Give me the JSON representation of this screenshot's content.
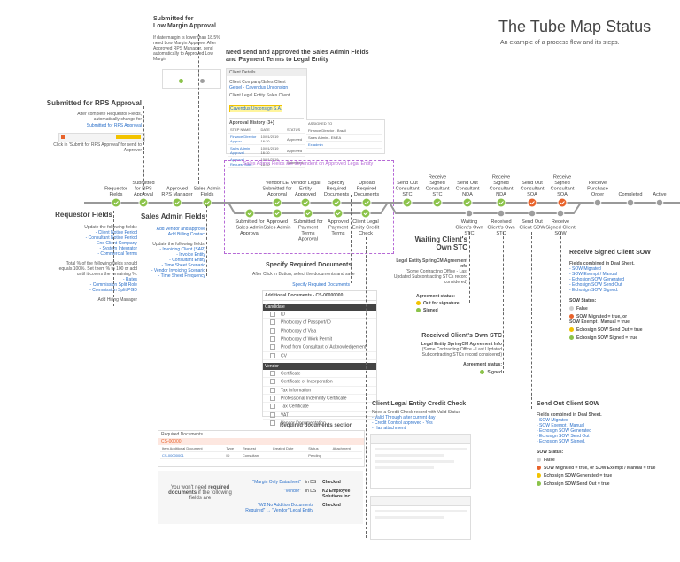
{
  "header": {
    "title": "The Tube Map Status",
    "subtitle": "An example of a process flow and its steps."
  },
  "top_left": {
    "low_margin_title": "Submitted for\nLow Margin Approval",
    "low_margin_text": "If date margin is lower than 18.5% need Low Margin Approve. After Approved RPS Manager, send automatically to Approved Low Margin",
    "rps_title": "Submitted for RPS Approval",
    "rps_text": "After complete Requestor Fields, automatically change for",
    "rps_link": "Submitted for RPS Approval",
    "rps_note": "Click in 'Submit for RPS Approval' for send to Approver"
  },
  "sales_admin_panel": {
    "title": "Need send and approved the Sales Admin Fields\nand Payment Terms to Legal Entity",
    "client_details": "Client Details",
    "field1_label": "Client Company/Sales Client",
    "field1_value": "Geisel - Cavendus Unconsign",
    "field2_label": "Client Legal Entity Sales Client",
    "field2_value": "Cavendus Unconsign S.A.",
    "history_title": "Approval History (3+)",
    "history_cols": [
      "STEP NAME",
      "DATE",
      "STATUS",
      "ASSIGNED TO"
    ],
    "history_rows": [
      [
        "Finance Director Approv...",
        "10/01/2019 16:30",
        "Approved",
        "Finance Director - Brazil"
      ],
      [
        "Sales Admin Approval",
        "10/01/2019 16:30",
        "Approved",
        "Sales Admin - EMEA"
      ],
      [
        "Approval Request Sub...",
        "10/01/2019 16:30",
        "Submitted",
        "Ex admin"
      ]
    ]
  },
  "tube": {
    "purple_label": "Sales Admin Fields are dependent on Approved Legal Entity",
    "top_stops": [
      "Requestor\nFields",
      "Submitted\nfor RPS\nApproval",
      "Approved\nRPS Manager",
      "Sales Admin\nFields",
      "Vendor LE\nSubmitted for\nApproval",
      "Vendor Legal\nEntity\nApproved",
      "Specify\nRequired\nDocuments",
      "Upload\nRequired\nDocuments",
      "Send Out\nConsultant\nSTC",
      "Receive\nSigned\nConsultant\nSTC",
      "Send Out\nConsultant\nNDA",
      "Receive\nSigned\nConsultant\nNDA",
      "Send Out\nConsultant\nSOA",
      "Receive\nSigned\nConsultant\nSOA",
      "Receive\nPurchase\nOrder",
      "Completed",
      "Active"
    ],
    "bottom_stops": [
      "Submitted for\nSales Admin\nApproval",
      "Approved\nSales Admin",
      "Submitted for\nPayment\nTerms\nApproval",
      "Approved\nPayment\nTerms",
      "Client Legal\nEntity Credit\nCheck",
      "Waiting\nClient's Own\nSTC",
      "Received\nClient's Own\nSTC",
      "Send Out\nClient SOW",
      "Receive\nSigned Client\nSOW"
    ]
  },
  "requestor": {
    "title": "Requestor Fields",
    "intro": "Update the following fields:",
    "items": [
      "- Client Notice Period",
      "- Consultant Notice Period",
      "- End Client Company",
      "- System Integrator",
      "- Commercial Terms"
    ],
    "total_text": "Total % of the following fields should equals 100%. Set them % to 100 or add until it covers the remaining %.",
    "items2": [
      "- Rates",
      "- Commission Split Role",
      "- Commission Split PGD"
    ],
    "footer": "Add Hiring Manager"
  },
  "sales_admin": {
    "title": "Sales Admin Fields",
    "line1": "Add Vendor and approve",
    "line2": "Add Billing Contact",
    "intro": "Update the following fields:",
    "items": [
      "- Invoicing Client (SAP)",
      "- Invoice Entity",
      "- Consultant Entity",
      "- Time Sheet Scenario",
      "- Vendor Invoicing Scenario",
      "- Time Sheet Frequency"
    ]
  },
  "specify_docs": {
    "title": "Specify Required Documents",
    "text": "After Click in Button, select the documents and save",
    "link": "Specify Required Documents",
    "panel_title": "Additional Documents - CS-00000000",
    "section1": "Candidate",
    "section1_rows": [
      "ID",
      "Photocopy of Passport/ID",
      "Photocopy of Visa",
      "Photocopy of Work Permit",
      "Proof from Consultant of Acknowledgement",
      "CV"
    ],
    "section2": "Vendor",
    "section2_rows": [
      "Certificate",
      "Certificate of Incorporation",
      "Tax Information",
      "Professional Indemnity Certificate",
      "Tax Certificate",
      "VAT",
      "Vendor Documentation"
    ],
    "caption": "Required documents section"
  },
  "required_docs_panel": {
    "title": "Required Documents",
    "bar": "CS-00000",
    "cols": [
      "Item Additional Document",
      "Type",
      "Request",
      "Created Date",
      "Status",
      "Attachment"
    ],
    "row": [
      "CS-00000001",
      "ID",
      "Consultant",
      "",
      "Pending",
      ""
    ]
  },
  "checked_box": {
    "left_text_1": "You won't need",
    "left_text_bold": "required documents",
    "left_text_2": "if the following fields are",
    "rows": [
      {
        "field": "\"Margin Only Datasheet\"",
        "op": "in DS",
        "value": "Checked"
      },
      {
        "field": "\"Vendor\"",
        "op": "in DS",
        "value": "K2 Employee\nSolutions Inc"
      },
      {
        "field": "\"W2 No Addition Documents\nRequired\" → \"Vendor\" Legal Entity",
        "op": "",
        "value": "Checked"
      }
    ]
  },
  "waiting_stc": {
    "title": "Waiting Client's\nOwn STC",
    "info_title": "Legal Entity SpringCM Agreement Info",
    "info_text": "(Some Contracting Office - Last Updated Subcontracting STCs record considered)",
    "status_label": "Agreement status:",
    "s1": "Out for signature",
    "s2": "Signed"
  },
  "received_stc": {
    "title": "Received Client's Own STC",
    "info_title": "Legal Entity SpringCM Agreement Info",
    "info_text": "(Same Contracting Office - Last Updated Subcontracting STCs record considered)",
    "status_label": "Agreement status:",
    "s1": "Signed"
  },
  "credit_check": {
    "title": "Client Legal Entity Credit Check",
    "text": "Need a Credit Check record with Valid Status",
    "l1": "- Valid Through after current day",
    "l2": "- Credit Control approved - Yes",
    "l3": "- Has attachment"
  },
  "receive_sow": {
    "title": "Receive Signed Client SOW",
    "fields_title": "Fields combined in Deal Sheet.",
    "fields": [
      "- SOW Migrated",
      "- SOW Exempt / Manual",
      "- Echosign SOW Generated",
      "- Echosign SOW Send Out",
      "- Echosign SOW Signed."
    ],
    "status_title": "SOW Status:",
    "statuses": [
      {
        "color": "gray",
        "text": "False"
      },
      {
        "color": "orange",
        "text": "SOW Migrated = true, or\nSOW Exempt / Manual = true"
      },
      {
        "color": "yellow",
        "text": "Echosign SOW Send Out = true"
      },
      {
        "color": "green",
        "text": "Echosign SOW Signed = true"
      }
    ]
  },
  "sendout_sow": {
    "title": "Send Out Client SOW",
    "fields_title": "Fields combined in Deal Sheet.",
    "fields": [
      "- SOW Migrated",
      "- SOW Exempt / Manual",
      "- Echosign SOW Generated",
      "- Echosign SOW Send Out",
      "- Echosign SOW Signed."
    ],
    "status_title": "SOW Status:",
    "statuses": [
      {
        "color": "gray",
        "text": "False"
      },
      {
        "color": "orange",
        "text": "SOW Migrated = true, or SOW Exempt / Manual = true"
      },
      {
        "color": "yellow",
        "text": "Echosign SOW Generated = true"
      },
      {
        "color": "green",
        "text": "Echosign SOW Send Out = true"
      }
    ]
  },
  "colors": {
    "green": "#8bc34a",
    "orange": "#e8632b",
    "gray": "#9e9e9e",
    "yellow": "#f2c300",
    "line": "#999999",
    "purple": "#b66ad6",
    "link": "#2a6fc9"
  }
}
